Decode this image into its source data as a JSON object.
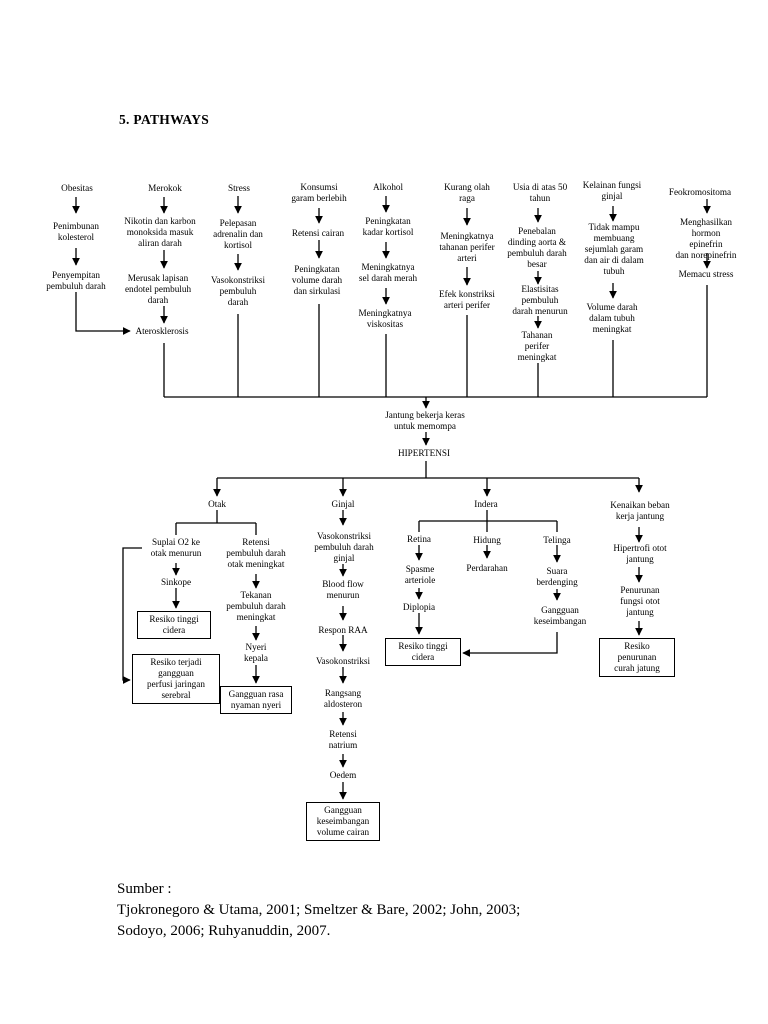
{
  "heading": "5.  PATHWAYS",
  "nodes": {
    "obesitas": "Obesitas",
    "penimbunan": "Penimbunan\nkolesterol",
    "penyempitan": "Penyempitan\npembuluh darah",
    "merokok": "Merokok",
    "nikotin": "Nikotin dan karbon\nmonoksida masuk\naliran darah",
    "merusak": "Merusak lapisan\nendotel pembuluh\ndarah",
    "aterosklerosis": "Aterosklerosis",
    "stress": "Stress",
    "pelepasan": "Pelepasan\nadrenalin dan\nkortisol",
    "vasokonstriksi_pd": "Vasokonstriksi\npembuluh\ndarah",
    "konsumsi": "Konsumsi\ngaram berlebih",
    "retensi_cairan": "Retensi cairan",
    "peningkatan_volume": "Peningkatan\nvolume darah\ndan sirkulasi",
    "alkohol": "Alkohol",
    "kadar_kortisol": "Peningkatan\nkadar kortisol",
    "sel_darah_merah": "Meningkatnya\nsel darah merah",
    "viskositas": "Meningkatnya\nviskositas",
    "kurang_olahraga": "Kurang olah\nraga",
    "tahanan_perifer": "Meningkatnya\ntahanan perifer\narteri",
    "efek_konstriksi": "Efek konstriksi\narteri perifer",
    "usia": "Usia di atas 50\ntahun",
    "penebalan": "Penebalan\ndinding aorta &\npembuluh darah\nbesar",
    "elastisitas": "Elastisitas\npembuluh\ndarah menurun",
    "tahanan_meningkat": "Tahanan\nperifer\nmeningkat",
    "kelainan_ginjal": "Kelainan fungsi\nginjal",
    "tidak_mampu": "Tidak mampu\nmembuang\nsejumlah garam\ndan air di dalam\ntubuh",
    "volume_darah": "Volume darah\ndalam tubuh\nmeningkat",
    "feokromositoma": "Feokromositoma",
    "menghasilkan": "Menghasilkan\nhormon epinefrin\ndan norepinefrin",
    "memacu": "Memacu stress",
    "jantung": "Jantung bekerja keras\nuntuk memompa",
    "hipertensi": "HIPERTENSI",
    "otak": "Otak",
    "suplai": "Suplai O2 ke\notak menurun",
    "sinkope": "Sinkope",
    "resiko_cidera_1": "Resiko tinggi\ncidera",
    "resiko_perfusi": "Resiko terjadi\ngangguan\nperfusi jaringan\nserebral",
    "retensi_pd": "Retensi\npembuluh darah\notak meningkat",
    "tekanan": "Tekanan\npembuluh darah\nmeningkat",
    "nyeri": "Nyeri\nkepala",
    "gangguan_nyeri": "Gangguan rasa\nnyaman nyeri",
    "ginjal": "Ginjal",
    "vaso_ginjal": "Vasokonstriksi\npembuluh darah\nginjal",
    "blood_flow": "Blood flow\nmenurun",
    "respon_raa": "Respon RAA",
    "vasokonstriksi": "Vasokonstriksi",
    "rangsang": "Rangsang\naldosteron",
    "retensi_natrium": "Retensi\nnatrium",
    "oedem": "Oedem",
    "gangguan_cairan": "Gangguan\nkeseimbangan\nvolume cairan",
    "indera": "Indera",
    "retina": "Retina",
    "spasme": "Spasme\narteriole",
    "diplopia": "Diplopia",
    "resiko_cidera_2": "Resiko tinggi\ncidera",
    "hidung": "Hidung",
    "perdarahan": "Perdarahan",
    "telinga": "Telinga",
    "suara": "Suara\nberdenging",
    "gangguan_keseimbangan": "Gangguan\nkeseimbangan",
    "kenaikan_beban": "Kenaikan beban\nkerja jantung",
    "hipertrofi": "Hipertrofi otot\njantung",
    "penurunan_fungsi": "Penurunan\nfungsi otot\njantung",
    "resiko_curah": "Resiko\npenurunan\ncurah jatung"
  },
  "source": {
    "label": "Sumber :",
    "ref_line1": "Tjokronegoro & Utama, 2001; Smeltzer & Bare, 2002; John, 2003;",
    "ref_line2": "Sodoyo, 2006;  Ruhyanuddin, 2007."
  }
}
